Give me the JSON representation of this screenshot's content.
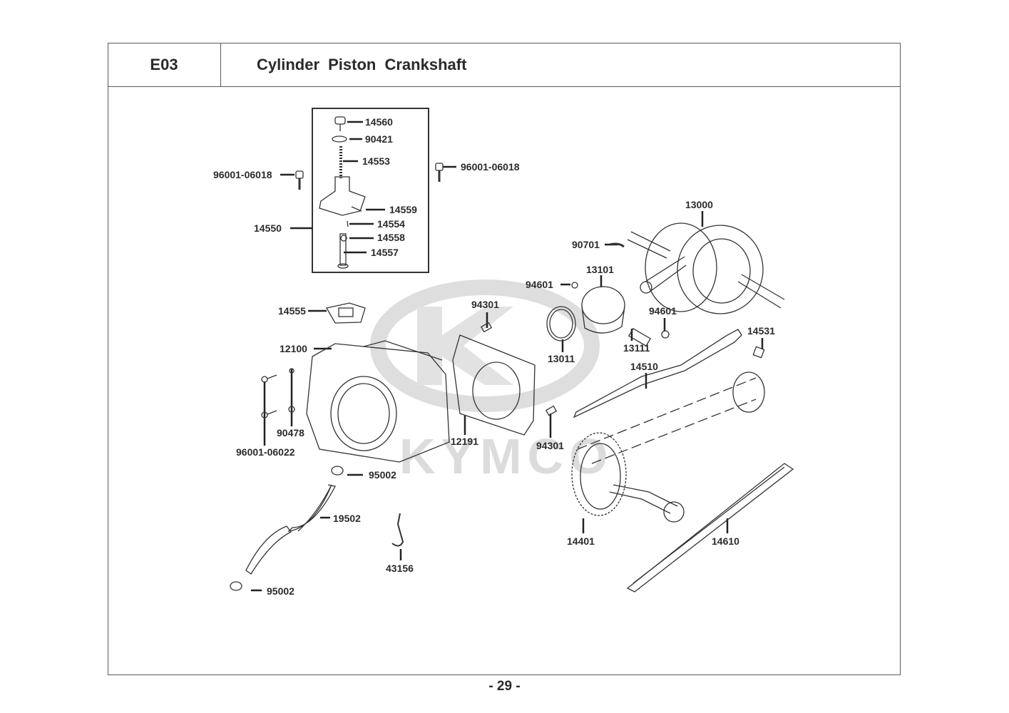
{
  "header": {
    "section_code": "E03",
    "title": "Cylinder  Piston  Crankshaft"
  },
  "watermark": {
    "brand": "KYMCO"
  },
  "footer": {
    "page_number": "- 29 -"
  },
  "parts": {
    "p14560": "14560",
    "p90421": "90421",
    "p14553": "14553",
    "p96001_06018_left": "96001-06018",
    "p96001_06018_right": "96001-06018",
    "p14559": "14559",
    "p14554": "14554",
    "p14550": "14550",
    "p14558": "14558",
    "p14557": "14557",
    "p13000": "13000",
    "p90701": "90701",
    "p13101": "13101",
    "p94601_left": "94601",
    "p94601_right": "94601",
    "p14555": "14555",
    "p94301_top": "94301",
    "p13011": "13011",
    "p13111": "13111",
    "p14531": "14531",
    "p12100": "12100",
    "p14510": "14510",
    "p90478": "90478",
    "p96001_06022": "96001-06022",
    "p12191": "12191",
    "p94301_bottom": "94301",
    "p95002_top": "95002",
    "p19502": "19502",
    "p43156": "43156",
    "p14401": "14401",
    "p14610": "14610",
    "p95002_bottom": "95002"
  }
}
